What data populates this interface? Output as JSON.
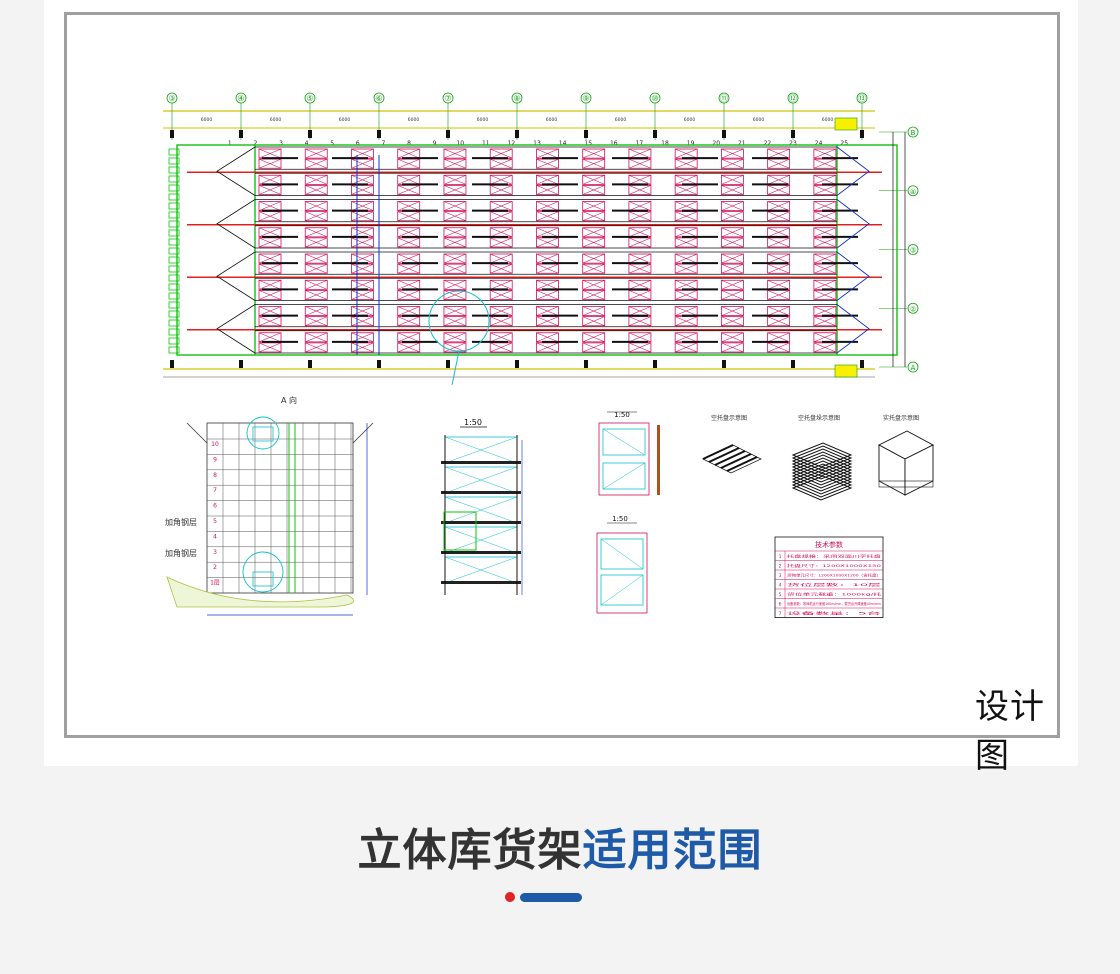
{
  "image_label": "设计图",
  "section": {
    "title_dark": "立体库货架",
    "title_blue": "适用范围"
  },
  "plan": {
    "column_axes": [
      "③",
      "④",
      "⑤",
      "⑥",
      "⑦",
      "⑧",
      "⑨",
      "⑩",
      "⑪",
      "⑫",
      "⑬"
    ],
    "row_axes": [
      "B",
      "④",
      "③",
      "②",
      "A"
    ],
    "bay_numbers": [
      "1",
      "2",
      "3",
      "4",
      "5",
      "6",
      "7",
      "8",
      "9",
      "10",
      "11",
      "12",
      "13",
      "14",
      "15",
      "16",
      "17",
      "18",
      "19",
      "20",
      "21",
      "22",
      "23",
      "24",
      "25"
    ],
    "spans": [
      "6000",
      "6000",
      "6000",
      "6000",
      "6000",
      "6000",
      "6000",
      "6000",
      "6000",
      "6000"
    ]
  },
  "elevation": {
    "view_label": "A 向",
    "levels": [
      "10",
      "9",
      "8",
      "7",
      "6",
      "5",
      "4",
      "3",
      "2",
      "1层"
    ],
    "note_top": "加角钢层",
    "note_bottom": "加角钢层"
  },
  "details": {
    "section_1": "1:50",
    "section_2": "1:50",
    "section_3": "1:50"
  },
  "pallets": {
    "label_1": "空托盘示意图",
    "label_2": "空托盘垛示意图",
    "label_3": "实托盘示意图"
  },
  "tech_table": {
    "title": "技术参数",
    "rows": [
      "托盘规格：采用双面川字托盘",
      "托盘尺寸：1200X1000X150",
      "货物单元尺寸：1200X1000X1200（含托盘）",
      "货位层数：10层",
      "货位单元载重：1000kg/托",
      "设备参数：堆垛机运行速度160m/min，载货台升降速度40m/min",
      "设备数量：5台"
    ]
  }
}
